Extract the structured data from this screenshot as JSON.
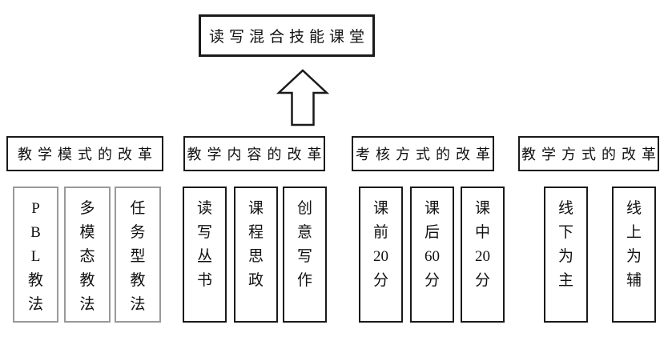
{
  "diagram": {
    "title": "读写混合技能课堂",
    "groups": [
      {
        "header": "教学模式的改革",
        "items": [
          "P\nB\nL\n教\n法",
          "多\n模\n态\n教\n法",
          "任\n务\n型\n教\n法"
        ]
      },
      {
        "header": "教学内容的改革",
        "items": [
          "读\n写\n丛\n书",
          "课\n程\n思\n政",
          "创\n意\n写\n作"
        ]
      },
      {
        "header": "考核方式的改革",
        "items": [
          "课\n前\n20\n分",
          "课\n后\n60\n分",
          "课\n中\n20\n分"
        ]
      },
      {
        "header": "教学方式的改革",
        "items": [
          "线\n下\n为\n主",
          "线\n上\n为\n辅"
        ]
      }
    ],
    "icons": {
      "up_arrow": "up-block-arrow"
    },
    "colors": {
      "background": "#ffffff",
      "border_black": "#1a1a1a",
      "border_gray": "#999999",
      "text": "#111111"
    }
  }
}
